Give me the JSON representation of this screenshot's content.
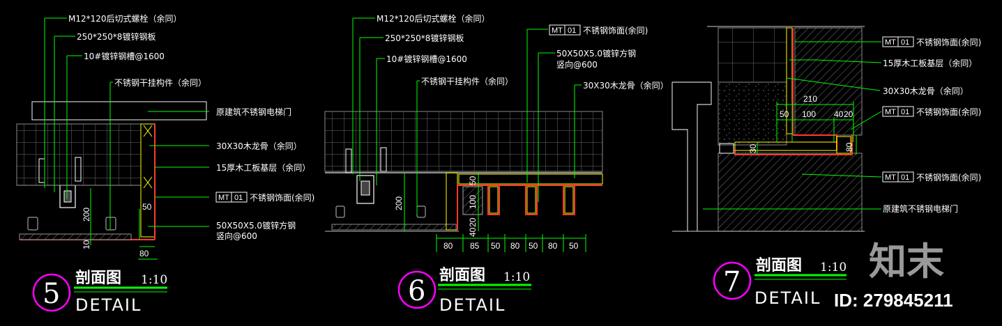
{
  "detail5": {
    "callouts": [
      "M12*120后切式螺栓（余同）",
      "250*250*8镀锌钢板",
      "10#镀锌钢槽@1600",
      "不锈钢干挂构件（余同）",
      "原建筑不锈钢电梯门",
      "30X30木龙骨（余同）",
      "15厚木工板基层（余同）",
      "不锈钢饰面(余同)",
      "50X50X5.0镀锌方钢",
      "竖向@600"
    ],
    "tag": [
      "MT",
      "01"
    ],
    "dims": [
      "200",
      "50",
      "10",
      "80"
    ],
    "title": "剖面图",
    "scale": "1:10",
    "number": "5",
    "label": "DETAIL"
  },
  "detail6": {
    "callouts": [
      "M12*120后切式螺栓（余同）",
      "250*250*8镀锌钢板",
      "10#镀锌钢槽@1600",
      "不锈钢干挂构件（余同）",
      "不锈钢饰面(余同)",
      "50X50X5.0镀锌方钢",
      "竖向@600",
      "30X30木龙骨（余同）"
    ],
    "tag": [
      "MT",
      "01"
    ],
    "dims": [
      "200",
      "50",
      "100",
      "20",
      "40",
      "80",
      "85",
      "50",
      "80",
      "50",
      "80",
      "50"
    ],
    "title": "剖面图",
    "scale": "1:10",
    "number": "6",
    "label": "DETAIL"
  },
  "detail7": {
    "callouts": [
      "不锈钢饰面(余同)",
      "15厚木工板基层（余同）",
      "30X30木龙骨（余同）",
      "不锈钢饰面(余同)",
      "不锈钢饰面(余同)",
      "原建筑不锈钢电梯门"
    ],
    "tag": [
      "MT",
      "01"
    ],
    "dims": [
      "210",
      "50",
      "100",
      "40",
      "20",
      "80",
      "30"
    ],
    "title": "剖面图",
    "scale": "1:10",
    "number": "7",
    "label": "DETAIL"
  },
  "watermark": {
    "brand": "知末",
    "id": "ID: 279845211"
  },
  "colors": {
    "leader": "#00ff00",
    "finish": "#ff3b2f",
    "wood": "#ffff00",
    "label_circle": "#ff00ff",
    "underline": "#00ff00",
    "grid": "#7a7a7a"
  }
}
